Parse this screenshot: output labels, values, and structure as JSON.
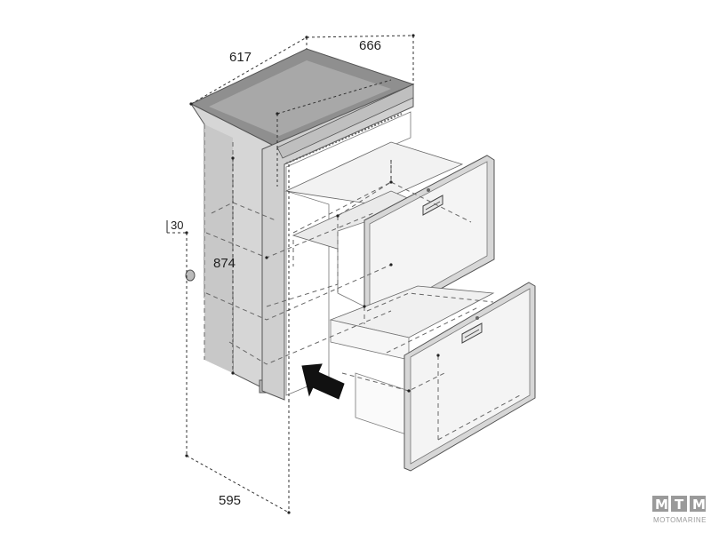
{
  "dimensions": {
    "top_width": "617",
    "top_depth": "666",
    "height": "874",
    "flange": "30",
    "bottom_width": "595"
  },
  "logo": {
    "letters": [
      "M",
      "T",
      "M"
    ],
    "caption": "MOTOMARINE"
  },
  "colors": {
    "cabinet_fill": "#dcdcdc",
    "top_shade": "#8c8c8c",
    "drawer_fill": "#f4f4f4",
    "frame_fill": "#cfcfcf",
    "arrow": "#111111",
    "logo_box": "#9a9a9a"
  },
  "icons": [
    "insertion-arrow-icon",
    "drawer-handle-icon"
  ]
}
